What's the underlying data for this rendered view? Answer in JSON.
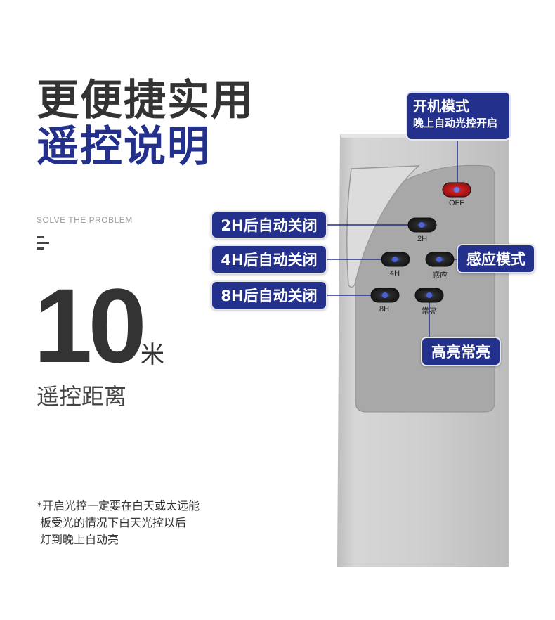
{
  "heading": {
    "line1": "更便捷实用",
    "line2": "遥控说明"
  },
  "subheading": "SOLVE THE PROBLEM",
  "distance": {
    "value": "10",
    "unit": "米",
    "label": "遥控距离"
  },
  "note": {
    "line1": "*开启光控一定要在白天或太远能",
    "line2": "板受光的情况下白天光控以后",
    "line3": "灯到晚上自动亮"
  },
  "callouts": {
    "power_on_title": "开机模式",
    "power_on_desc": "晚上自动光控开启",
    "off_2h": "2H后自动关闭",
    "off_4h": "4H后自动关闭",
    "off_8h": "8H后自动关闭",
    "sensor_mode": "感应模式",
    "always_bright": "高亮常亮"
  },
  "buttons": {
    "off": "OFF",
    "h2": "2H",
    "h4": "4H",
    "sensor": "感应",
    "h8": "8H",
    "always_on": "常亮"
  },
  "colors": {
    "navy": "#23308c",
    "heading_gray": "#333333",
    "remote_body": "#c9c9c9",
    "off_button": "#c81e1e"
  }
}
